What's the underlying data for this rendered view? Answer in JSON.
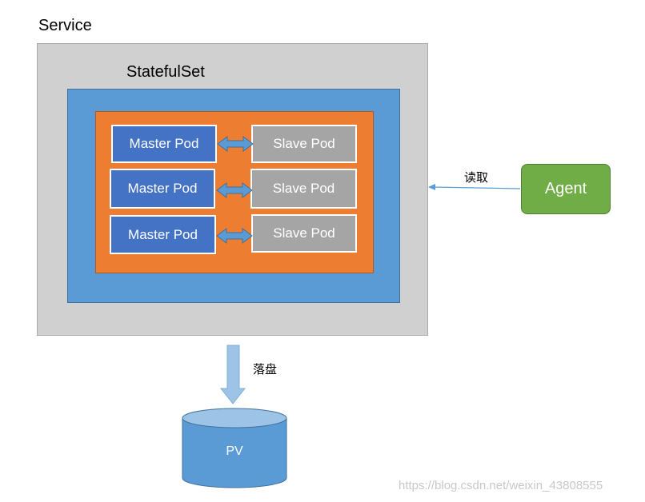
{
  "service": {
    "label": "Service"
  },
  "statefulset": {
    "label": "StatefulSet"
  },
  "pods": {
    "master_label": "Master Pod",
    "slave_label": "Slave Pod"
  },
  "agent": {
    "label": "Agent"
  },
  "edges": {
    "read_label": "读取",
    "flush_label": "落盘"
  },
  "pv": {
    "label": "PV"
  },
  "watermark": "https://blog.csdn.net/weixin_43808555",
  "colors": {
    "service_bg": "#d0d0d0",
    "statefulset_bg": "#5b9bd5",
    "container_bg": "#ed7d31",
    "master_pod": "#4472c4",
    "slave_pod": "#a5a5a5",
    "agent": "#70ad47",
    "pv": "#5b9bd5"
  }
}
